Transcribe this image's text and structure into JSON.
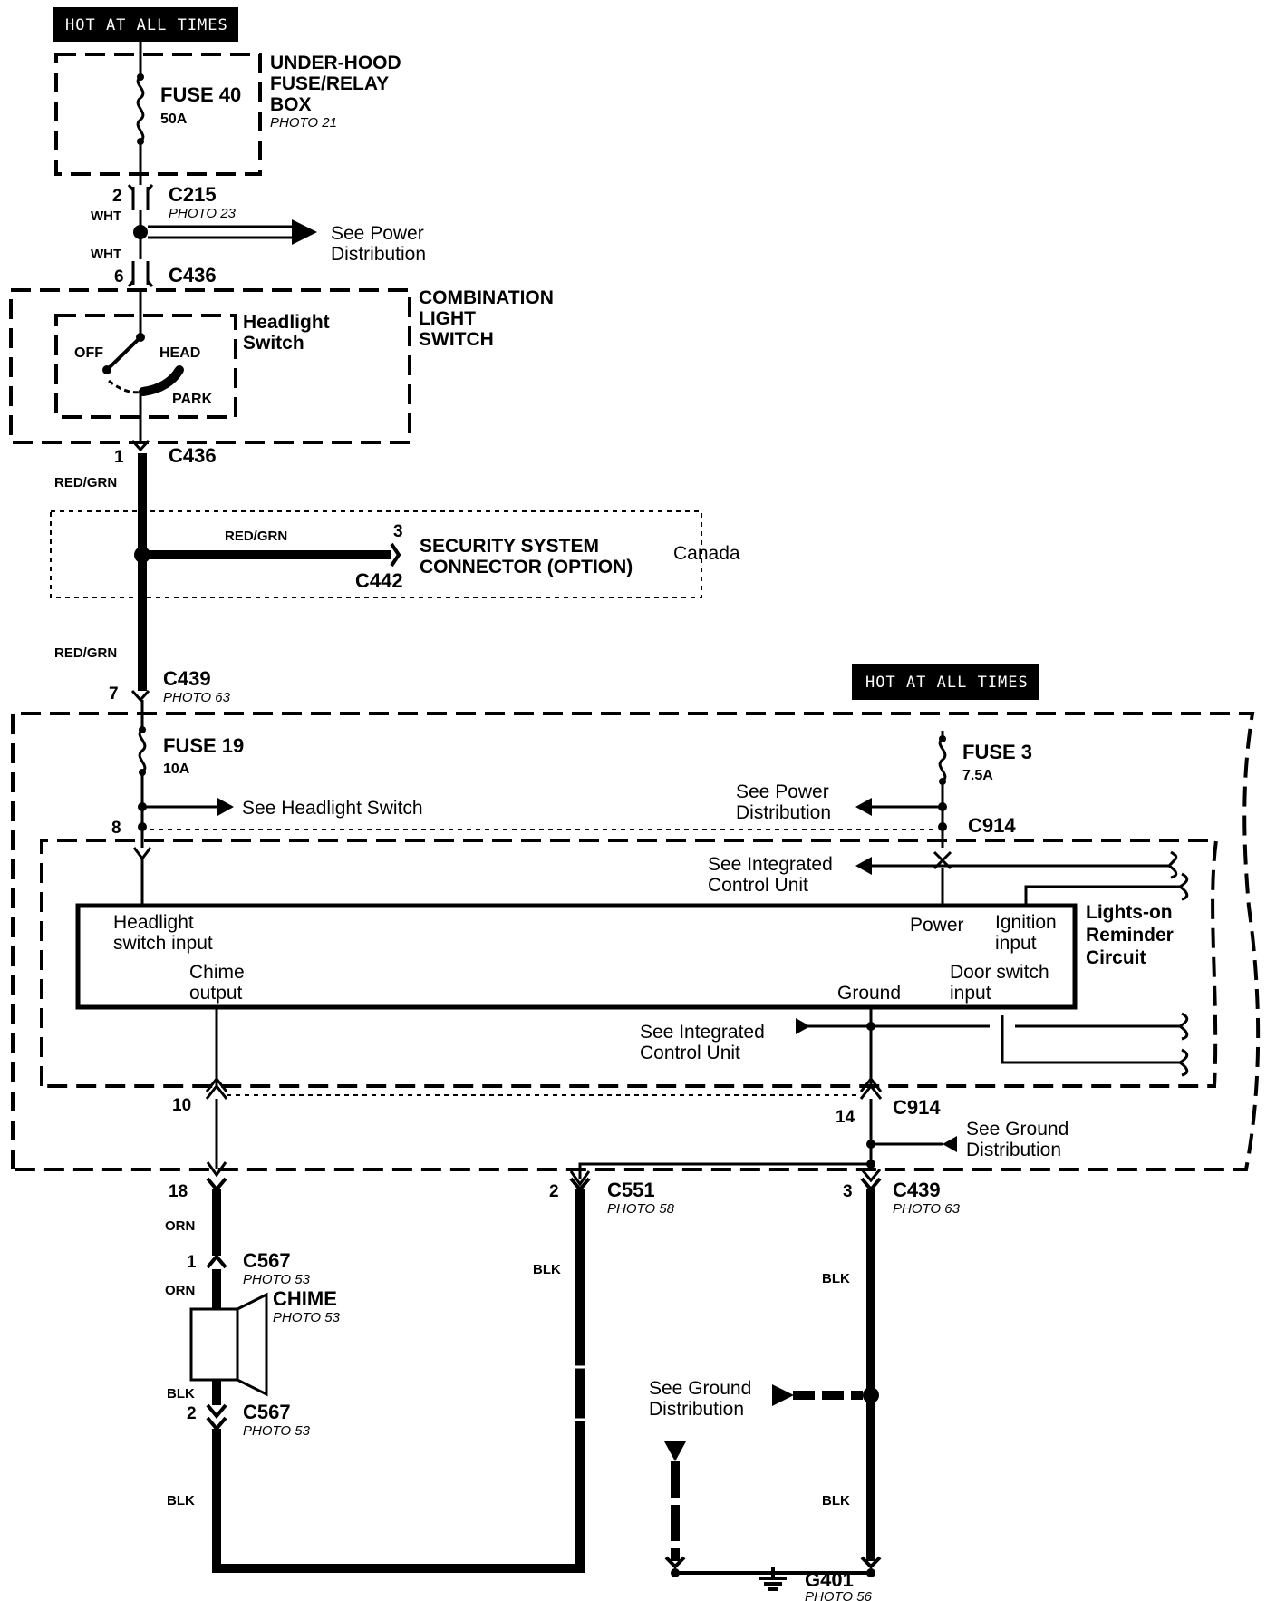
{
  "hot_tag_1": "HOT AT ALL TIMES",
  "hot_tag_2": "HOT AT ALL TIMES",
  "fuse40": {
    "name": "FUSE 40",
    "rating": "50A"
  },
  "underhood": {
    "line1": "UNDER-HOOD",
    "line2": "FUSE/RELAY",
    "line3": "BOX",
    "photo": "PHOTO 21"
  },
  "c215": {
    "name": "C215",
    "pin": "2",
    "photo": "PHOTO 23"
  },
  "wht_1": "WHT",
  "wht_2": "WHT",
  "see_power_1": {
    "line1": "See Power",
    "line2": "Distribution"
  },
  "c436_top": {
    "name": "C436",
    "pin": "6"
  },
  "combo_switch": {
    "line1": "COMBINATION",
    "line2": "LIGHT",
    "line3": "SWITCH"
  },
  "headlight_switch": {
    "line1": "Headlight",
    "line2": "Switch",
    "off": "OFF",
    "head": "HEAD",
    "park": "PARK"
  },
  "c436_bottom": {
    "name": "C436",
    "pin": "1"
  },
  "red_grn_1": "RED/GRN",
  "red_grn_2": "RED/GRN",
  "red_grn_3": "RED/GRN",
  "security": {
    "line1": "SECURITY SYSTEM",
    "line2": "CONNECTOR (OPTION)",
    "pin": "3",
    "connector": "C442",
    "region": "Canada"
  },
  "c439_top": {
    "name": "C439",
    "pin": "7",
    "photo": "PHOTO 63"
  },
  "fuse19": {
    "name": "FUSE  19",
    "rating": "10A"
  },
  "fuse3": {
    "name": "FUSE  3",
    "rating": "7.5A"
  },
  "see_headlight": "See Headlight Switch",
  "see_power_2": {
    "line1": "See Power",
    "line2": "Distribution"
  },
  "pin_8": "8",
  "c914_top": "C914",
  "see_icu_1": {
    "line1": "See Integrated",
    "line2": "Control Unit"
  },
  "module": {
    "headlight_input_1": "Headlight",
    "headlight_input_2": "switch input",
    "chime_output_1": "Chime",
    "chime_output_2": "output",
    "power": "Power",
    "ignition_1": "Ignition",
    "ignition_2": "input",
    "door_1": "Door switch",
    "door_2": "input",
    "ground": "Ground"
  },
  "lights_on": {
    "line1": "Lights-on",
    "line2": "Reminder",
    "line3": "Circuit"
  },
  "see_icu_2": {
    "line1": "See  Integrated",
    "line2": "Control Unit"
  },
  "pin_10": "10",
  "pin_14": "14",
  "c914_bottom": "C914",
  "see_ground_1": {
    "line1": "See Ground",
    "line2": "Distribution"
  },
  "pin_18": "18",
  "c551": {
    "name": "C551",
    "pin": "2",
    "photo": "PHOTO 58"
  },
  "c439_bottom": {
    "name": "C439",
    "pin": "3",
    "photo": "PHOTO 63"
  },
  "orn_1": "ORN",
  "orn_2": "ORN",
  "c567_top": {
    "name": "C567",
    "pin": "1",
    "photo": "PHOTO 53"
  },
  "chime": {
    "name": "CHIME",
    "photo": "PHOTO 53"
  },
  "c567_bottom": {
    "name": "C567",
    "pin": "2",
    "photo": "PHOTO 53"
  },
  "blk_chime_1": "BLK",
  "blk_chime_2": "BLK",
  "blk_c551": "BLK",
  "blk_c439_1": "BLK",
  "blk_c439_2": "BLK",
  "see_ground_2": {
    "line1": "See Ground",
    "line2": "Distribution"
  },
  "g401": {
    "name": "G401",
    "photo": "PHOTO 56"
  }
}
